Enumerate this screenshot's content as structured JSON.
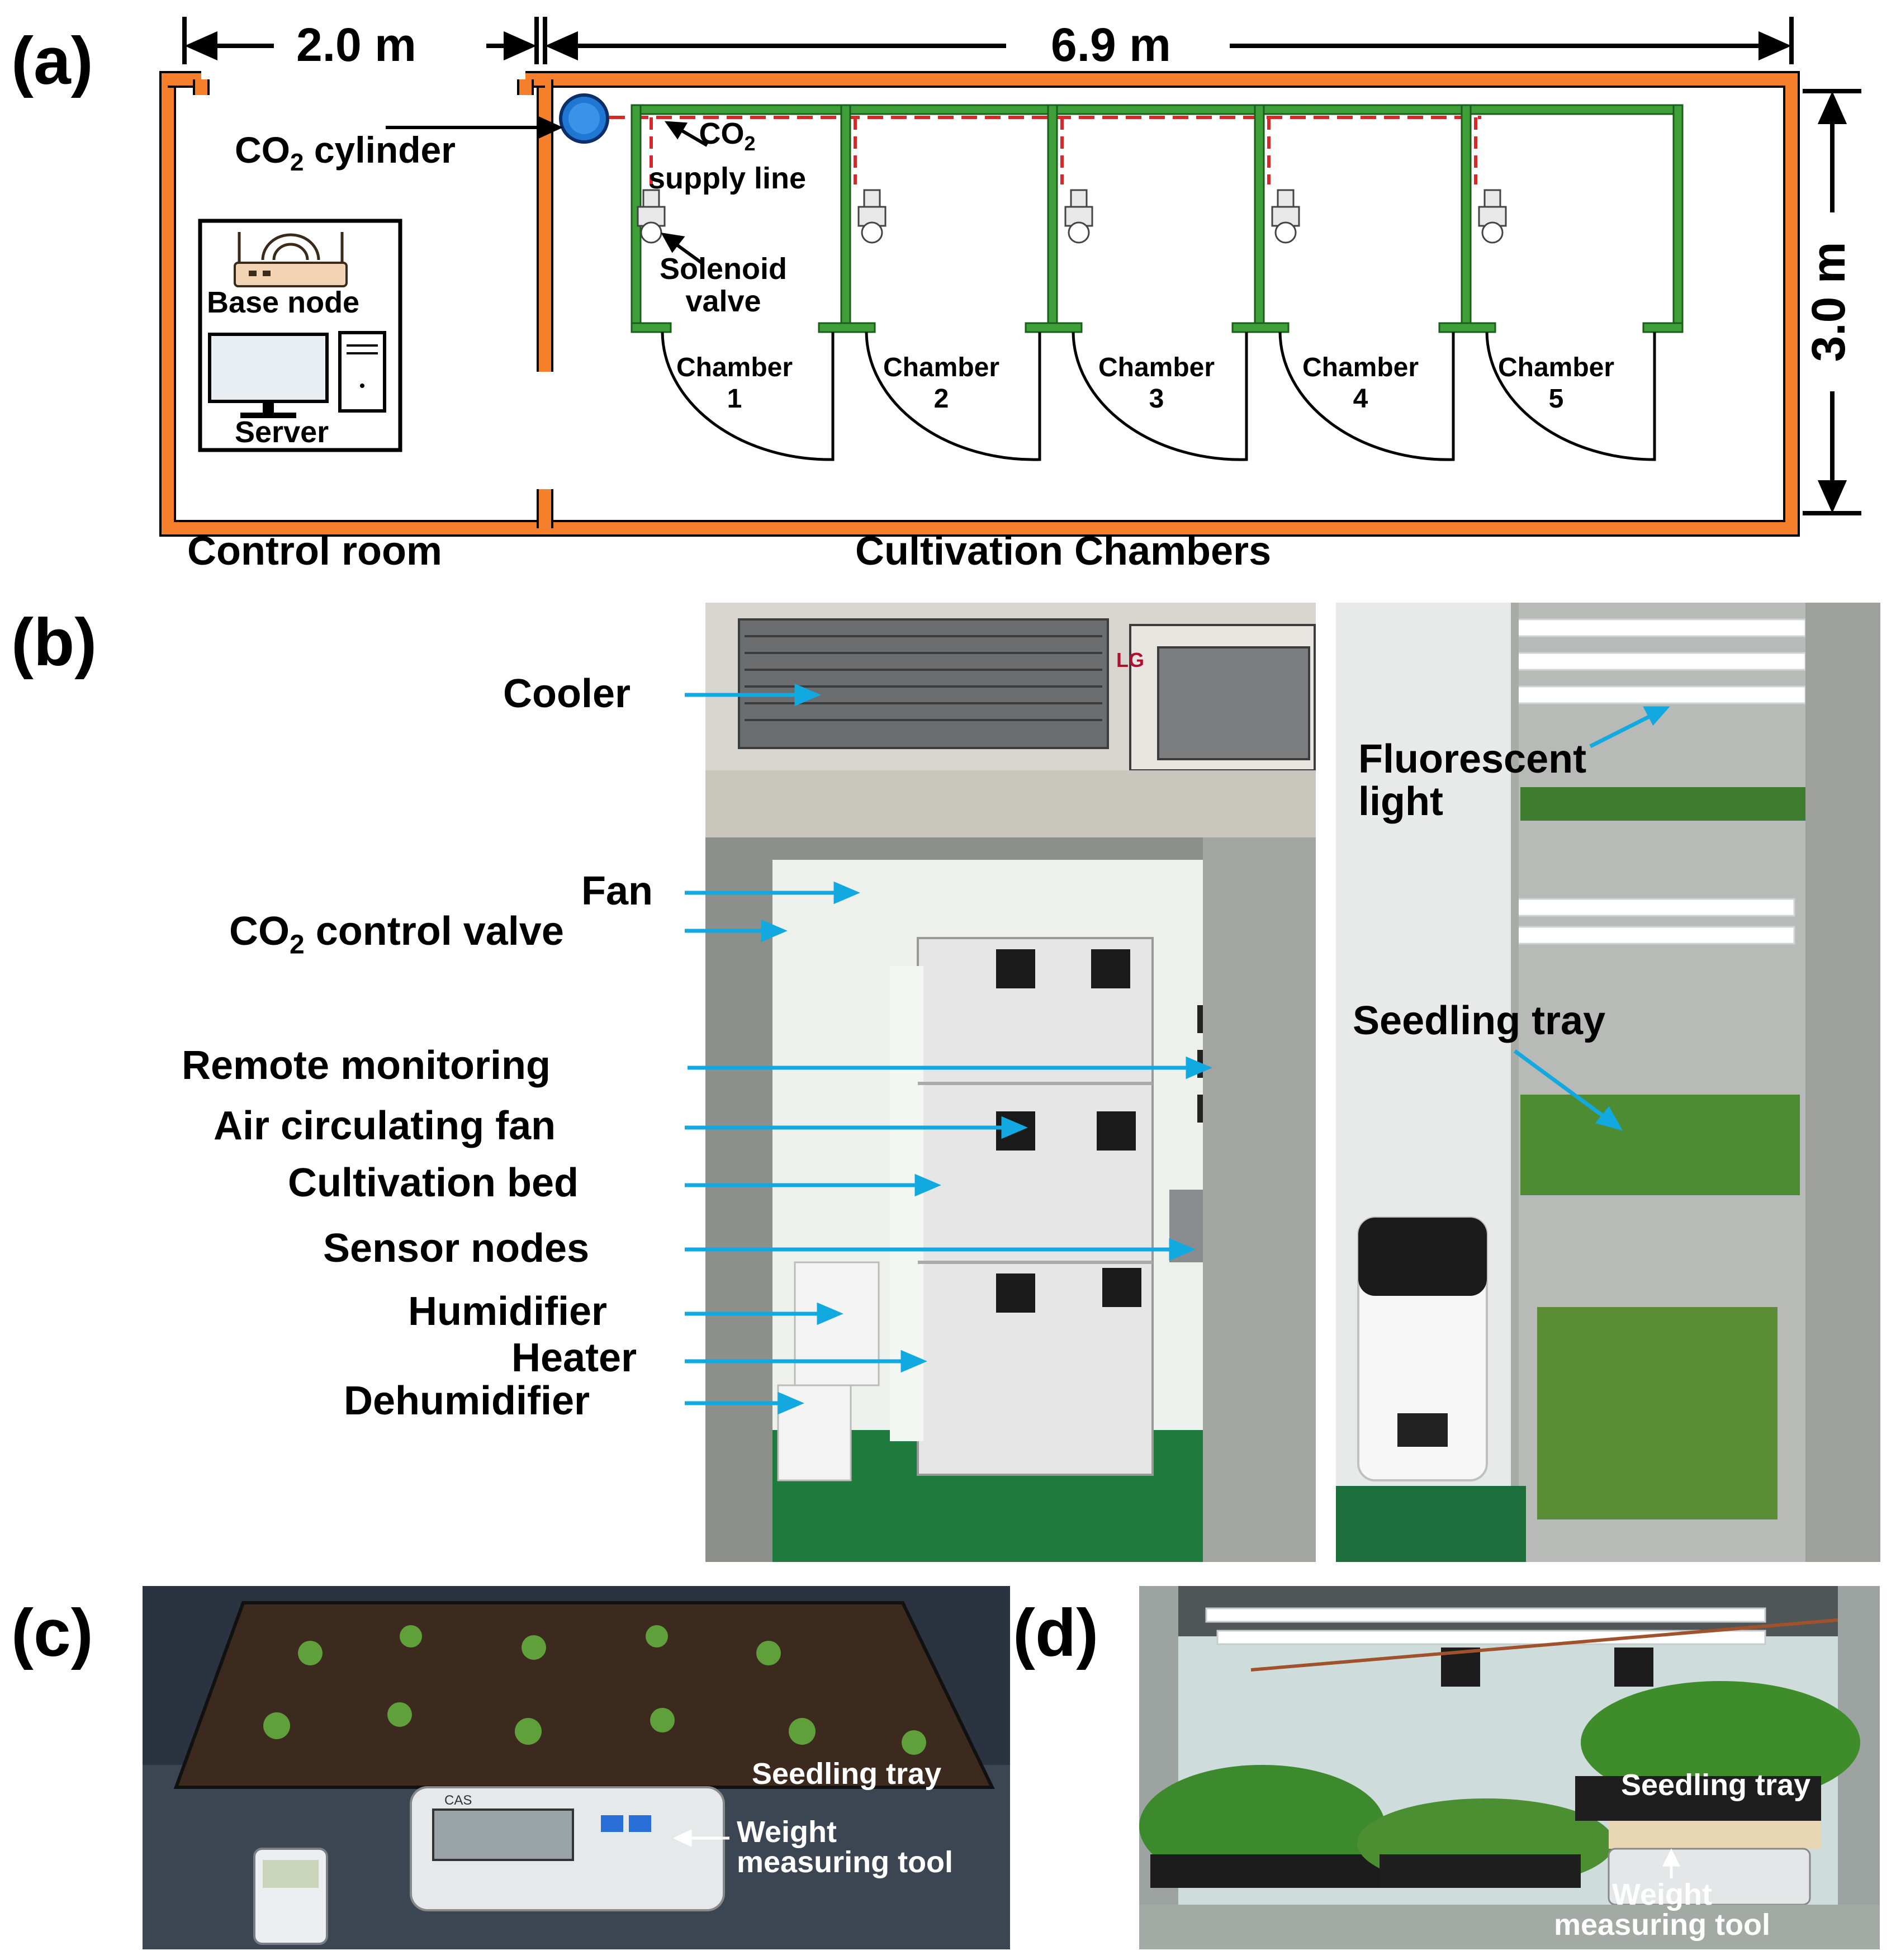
{
  "panel_a": {
    "letter": "(a)",
    "dim_control_width": "2.0 m",
    "dim_chamber_width": "6.9 m",
    "dim_height": "3.0 m",
    "co2_cylinder_prefix": "CO",
    "co2_cylinder_suffix": " cylinder",
    "co2_supply_prefix": "CO",
    "co2_supply_line2": "supply line",
    "solenoid_line1": "Solenoid",
    "solenoid_line2": "valve",
    "base_node": "Base node",
    "server": "Server",
    "control_room": "Control room",
    "cultivation_chambers": "Cultivation Chambers",
    "chamber_word": "Chamber",
    "chambers": [
      "1",
      "2",
      "3",
      "4",
      "5"
    ],
    "colors": {
      "wall": "#f57f2a",
      "frame": "#3fa03a",
      "co2_line": "#d62a2a",
      "cylinder": "#1f77d4"
    }
  },
  "panel_b": {
    "letter": "(b)",
    "lg_logo": "LG",
    "labels": {
      "cooler": "Cooler",
      "fan": "Fan",
      "co2_control_prefix": "CO",
      "co2_control_suffix": " control valve",
      "remote_monitoring": "Remote monitoring",
      "air_circulating_fan": "Air circulating fan",
      "cultivation_bed": "Cultivation bed",
      "sensor_nodes": "Sensor nodes",
      "humidifier": "Humidifier",
      "heater": "Heater",
      "dehumidifier": "Dehumidifier",
      "fluorescent_line1": "Fluorescent",
      "fluorescent_line2": "light",
      "seedling_tray": "Seedling tray"
    },
    "arrow_color": "#12a9e0"
  },
  "panel_c": {
    "letter": "(c)",
    "seedling_tray": "Seedling tray",
    "weight_line1": "Weight",
    "weight_line2": "measuring tool",
    "scale_brand": "CAS"
  },
  "panel_d": {
    "letter": "(d)",
    "seedling_tray": "Seedling tray",
    "weight_line1": "Weight",
    "weight_line2": "measuring tool"
  },
  "sub2": "2"
}
